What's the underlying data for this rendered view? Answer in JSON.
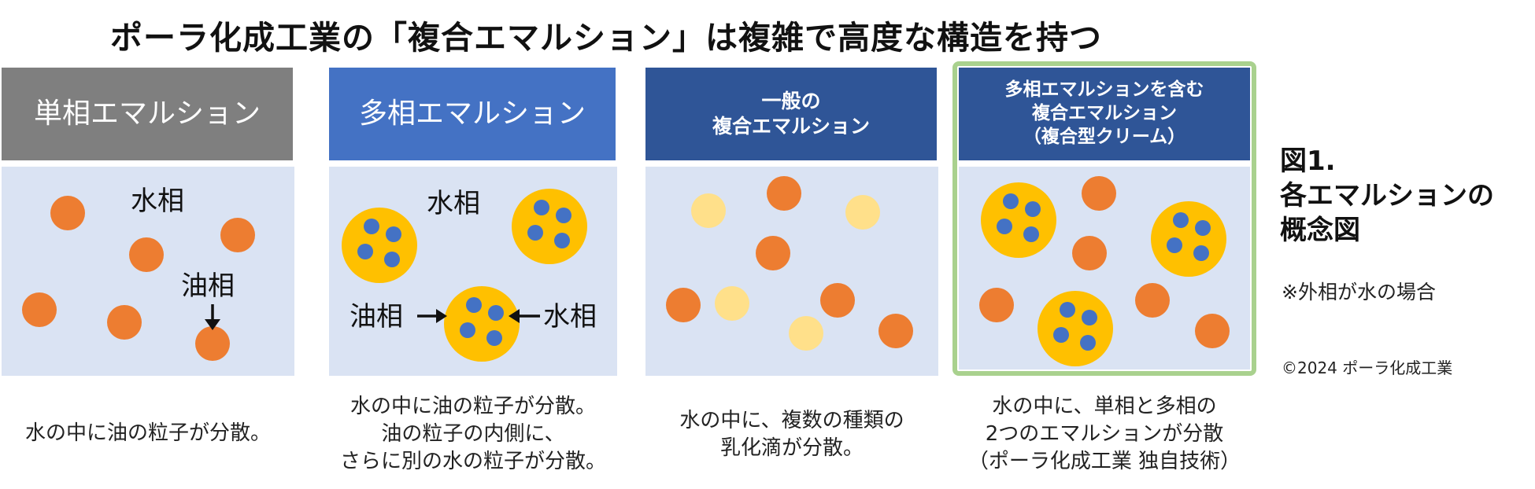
{
  "title": "ポーラ化成工業の「複合エマルション」は複雑で高度な構造を持つ",
  "colors": {
    "header_gray": "#7f7f7f",
    "header_blue": "#4472c4",
    "header_dark": "#2f5597",
    "body_bg": "#dae3f3",
    "oil": "#ed7d31",
    "yellow": "#ffc000",
    "water_drop": "#4472c4",
    "highlight_frame": "#a9d18e"
  },
  "panels": [
    {
      "header": "単相エマルション",
      "labels": {
        "water": "水相",
        "oil": "油相"
      },
      "caption": "水の中に油の粒子が分散。"
    },
    {
      "header": "多相エマルション",
      "labels": {
        "water": "水相",
        "oil": "油相",
        "water2": "水相"
      },
      "caption": "水の中に油の粒子が分散。\n油の粒子の内側に、\nさらに別の水の粒子が分散。"
    },
    {
      "header": "一般の\n複合エマルション",
      "caption": "水の中に、複数の種類の\n乳化滴が分散。"
    },
    {
      "header": "多相エマルションを含む\n複合エマルション\n（複合型クリーム）",
      "caption": "水の中に、単相と多相の\n2つのエマルションが分散\n（ポーラ化成工業 独自技術）"
    }
  ],
  "side": {
    "figure_label": "図1.\n各エマルションの\n概念図",
    "note": "※外相が水の場合",
    "copyright": "©2024  ポーラ化成工業"
  }
}
